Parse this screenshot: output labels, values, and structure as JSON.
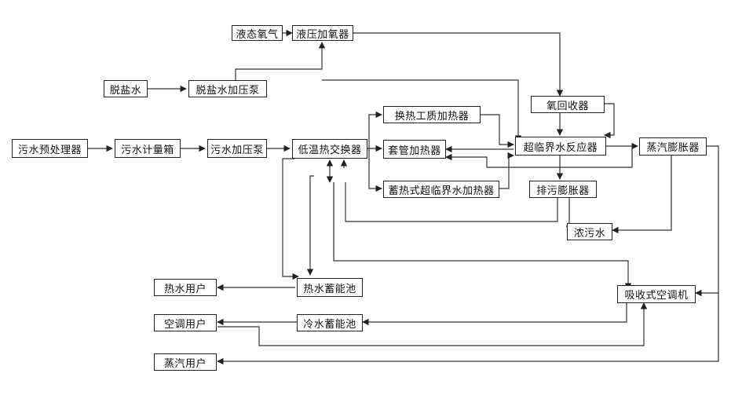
{
  "diagram": {
    "nodes": {
      "liquid_oxygen": "液态氧气",
      "hydraulic_oxygen_pump": "液压加氧器",
      "demin_water": "脱盐水",
      "demin_water_pump": "脱盐水加压泵",
      "sewage_pretreat": "污水预处理器",
      "sewage_meter_tank": "污水计量箱",
      "sewage_pump": "污水加压泵",
      "low_temp_exchanger": "低温热交换器",
      "heat_medium_heater": "换热工质加热器",
      "tube_heater": "套管加热器",
      "heat_storage_heater": "蓄热式超临界水加热器",
      "oxygen_recovery": "氧回收器",
      "scw_reactor": "超临界水反应器",
      "steam_expander": "蒸汽膨胀器",
      "discharge_expander": "排污膨胀器",
      "concentrated_water": "浓污水",
      "hot_water_user": "热水用户",
      "hot_water_tank": "热水蓄能池",
      "absorption_ac": "吸收式空调机",
      "ac_user": "空调用户",
      "cold_water_tank": "冷水蓄能池",
      "steam_user": "蒸汽用户"
    }
  }
}
